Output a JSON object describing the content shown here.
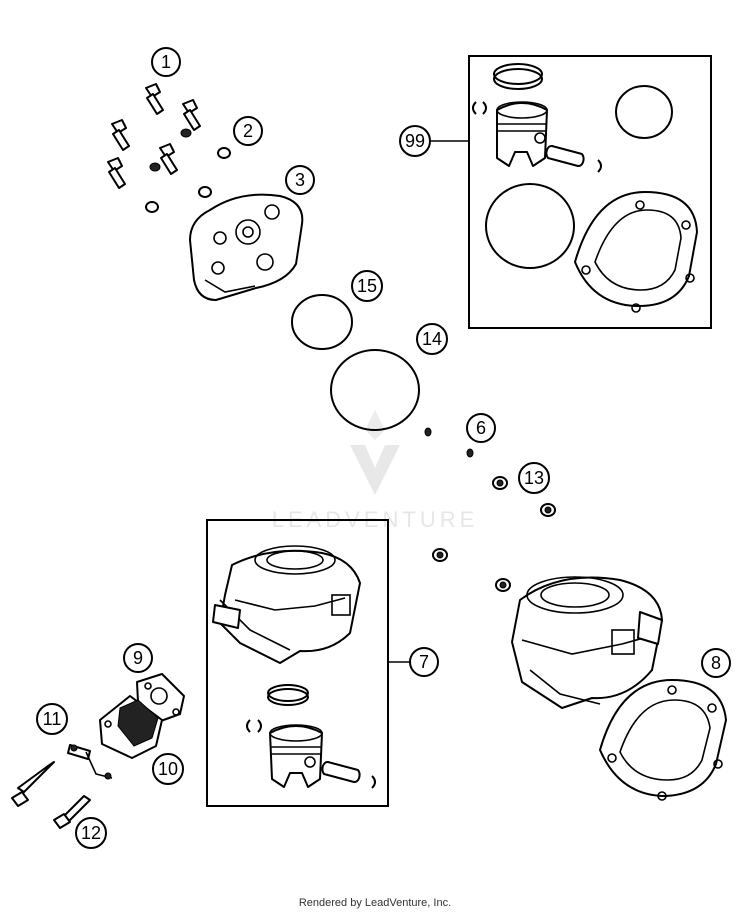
{
  "diagram": {
    "callouts": [
      {
        "id": "c1",
        "label": "1"
      },
      {
        "id": "c2",
        "label": "2"
      },
      {
        "id": "c3",
        "label": "3"
      },
      {
        "id": "c6",
        "label": "6"
      },
      {
        "id": "c7",
        "label": "7"
      },
      {
        "id": "c8",
        "label": "8"
      },
      {
        "id": "c9",
        "label": "9"
      },
      {
        "id": "c10",
        "label": "10"
      },
      {
        "id": "c11",
        "label": "11"
      },
      {
        "id": "c12",
        "label": "12"
      },
      {
        "id": "c13",
        "label": "13"
      },
      {
        "id": "c14",
        "label": "14"
      },
      {
        "id": "c15",
        "label": "15"
      },
      {
        "id": "c99",
        "label": "99"
      }
    ],
    "watermark": "LEADVENTURE",
    "footer": "Rendered by LeadVenture, Inc."
  },
  "colors": {
    "line": "#000000",
    "watermark": "#e6e6e6",
    "background": "#ffffff"
  }
}
